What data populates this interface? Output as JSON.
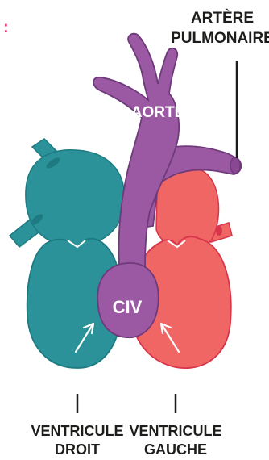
{
  "labels": {
    "pulmonary_artery_line1": "ARTÈRE",
    "pulmonary_artery_line2": "PULMONAIRE",
    "aorta": "AORTE",
    "civ": "CIV",
    "right_ventricle_line1": "VENTRICULE",
    "right_ventricle_line2": "DROIT",
    "left_ventricle_line1": "VENTRICULE",
    "left_ventricle_line2": "GAUCHE",
    "cropped_colon": ":"
  },
  "colors": {
    "right_heart": "#2c929a",
    "right_heart_stroke": "#1c7a80",
    "left_heart": "#ef6665",
    "left_heart_stroke": "#d8344a",
    "great_vessels": "#9b59a4",
    "great_vessels_stroke": "#6e3a7a",
    "text_dark": "#1d1d1b",
    "text_light": "#ffffff",
    "accent_colon": "#e8407a"
  }
}
